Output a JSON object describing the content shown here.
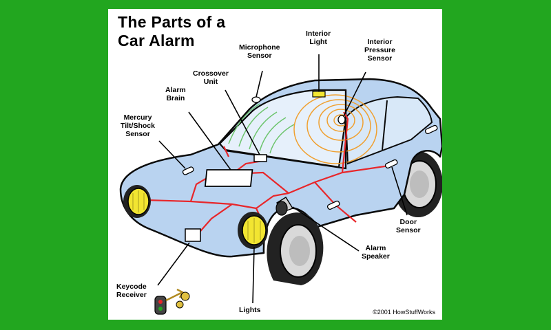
{
  "title_line1": "The Parts of a",
  "title_line2": "Car Alarm",
  "labels": {
    "microphone_sensor": "Microphone\nSensor",
    "interior_light": "Interior\nLight",
    "interior_pressure_sensor": "Interior\nPressure\nSensor",
    "crossover_unit": "Crossover\nUnit",
    "alarm_brain": "Alarm\nBrain",
    "mercury_sensor": "Mercury\nTilt/Shock\nSensor",
    "door_sensor": "Door\nSensor",
    "alarm_speaker": "Alarm\nSpeaker",
    "keycode_receiver": "Keycode\nReceiver",
    "lights": "Lights"
  },
  "copyright": "©2001 HowStuffWorks",
  "colors": {
    "background": "#22a61f",
    "car_body": "#b9d3f0",
    "car_outline": "#0a0a0a",
    "wiring": "#e8262a",
    "headlight": "#f2e531",
    "sound_wave_green": "#6cc46c",
    "sound_wave_orange": "#f0a030"
  }
}
